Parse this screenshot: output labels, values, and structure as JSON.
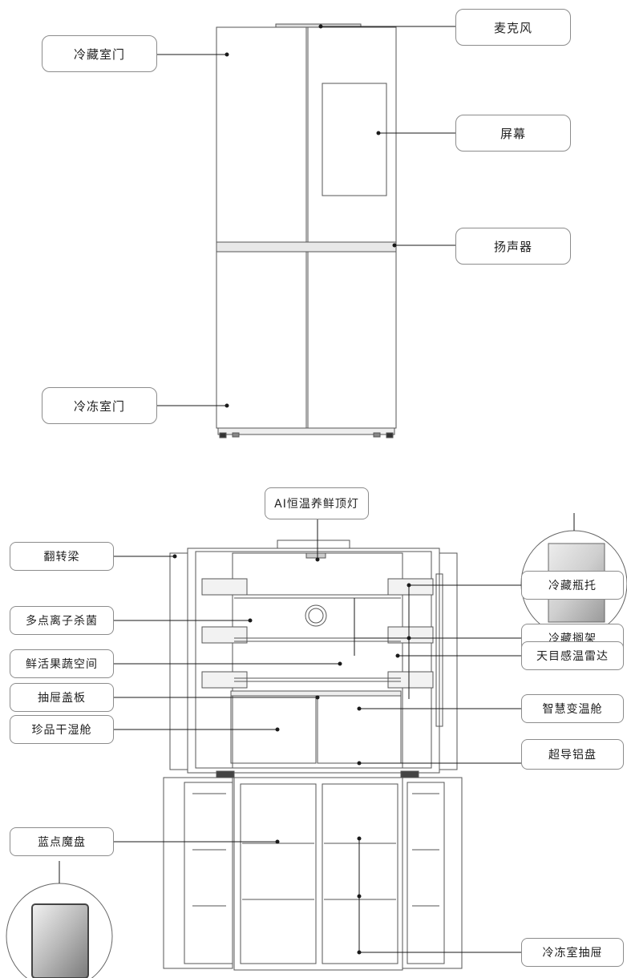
{
  "labels": {
    "fridge_door": "冷藏室门",
    "microphone": "麦克风",
    "screen": "屏幕",
    "speaker": "扬声器",
    "freezer_door": "冷冻室门",
    "ai_lamp": "AI恒温养鲜顶灯",
    "flip_beam": "翻转梁",
    "bottle_holder": "冷藏瓶托",
    "ion_sterilize": "多点离子杀菌",
    "shelf": "冷藏搁架",
    "fresh_space": "鲜活果蔬空间",
    "radar": "天目感温雷达",
    "drawer_cover": "抽屉盖板",
    "smart_chamber": "智慧变温舱",
    "dry_wet_chamber": "珍品干湿舱",
    "al_plate": "超导铝盘",
    "blue_plate": "蓝点魔盘",
    "freezer_drawer": "冷冻室抽屉"
  },
  "colors": {
    "line": "#1a1a1a",
    "outline": "#555555",
    "box_border": "#8c8c8c"
  }
}
